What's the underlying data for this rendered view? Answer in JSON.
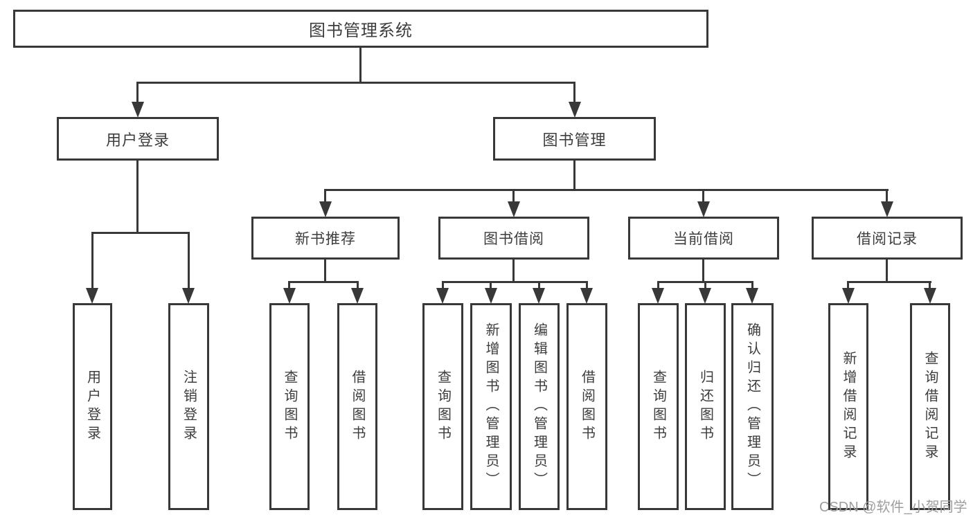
{
  "diagram": {
    "root": {
      "label": "图书管理系统"
    },
    "level2": [
      {
        "label": "用户登录"
      },
      {
        "label": "图书管理"
      }
    ],
    "level3": [
      {
        "label": "新书推荐"
      },
      {
        "label": "图书借阅"
      },
      {
        "label": "当前借阅"
      },
      {
        "label": "借阅记录"
      }
    ],
    "leaves": {
      "user_login": [
        {
          "label": "用户登录"
        },
        {
          "label": "注销登录"
        }
      ],
      "new_book": [
        {
          "label": "查询图书"
        },
        {
          "label": "借阅图书"
        }
      ],
      "book_borrow": [
        {
          "label": "查询图书"
        },
        {
          "label": "新增图书（管理员）"
        },
        {
          "label": "编辑图书（管理员）"
        },
        {
          "label": "借阅图书"
        }
      ],
      "current_borrow": [
        {
          "label": "查询图书"
        },
        {
          "label": "归还图书"
        },
        {
          "label": "确认归还（管理员）"
        }
      ],
      "borrow_record": [
        {
          "label": "新增借阅记录"
        },
        {
          "label": "查询借阅记录"
        }
      ]
    },
    "watermark": "CSDN @软件_小贺同学",
    "colors": {
      "line": "#383838",
      "box_border": "#383838",
      "text": "#3d3d3d",
      "watermark": "#9e9e9e",
      "background": "#ffffff"
    }
  }
}
